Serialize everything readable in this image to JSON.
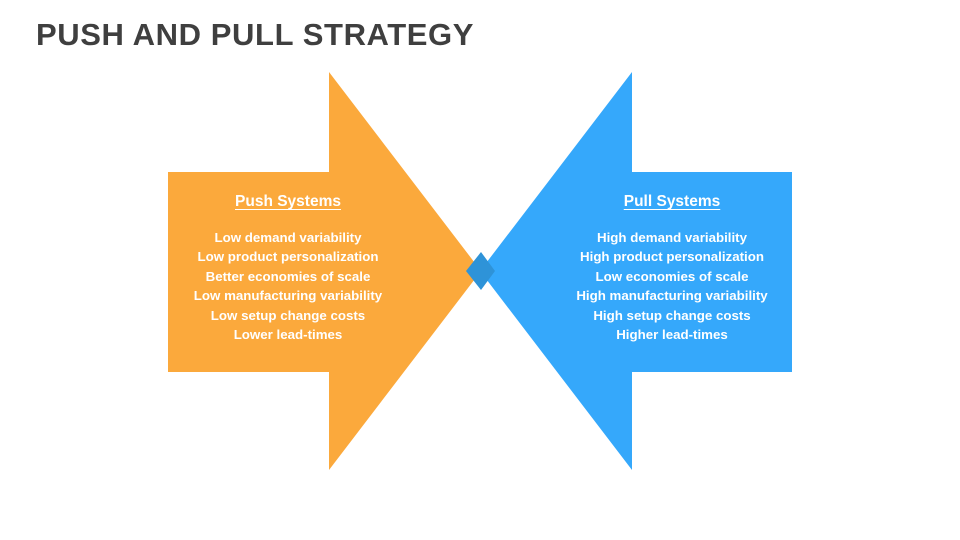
{
  "slide": {
    "title": "PUSH AND PULL STRATEGY",
    "background_color": "#FFFFFF",
    "title_color": "#3F3F3F"
  },
  "diagram": {
    "type": "two-opposing-arrows",
    "left": {
      "name": "push-arrow",
      "direction": "right",
      "color": "#FBA93C",
      "heading": "Push Systems",
      "items": [
        "Low demand variability",
        "Low product personalization",
        "Better economies of scale",
        "Low manufacturing variability",
        "Low setup change costs",
        "Lower lead-times"
      ]
    },
    "right": {
      "name": "pull-arrow",
      "direction": "left",
      "color": "#35A8FB",
      "heading": "Pull Systems",
      "items": [
        "High demand variability",
        "High product personalization",
        "Low economies of scale",
        "High manufacturing variability",
        "High setup change costs",
        "Higher lead-times"
      ]
    },
    "overlap": {
      "name": "arrow-tip-overlap",
      "color": "#2E93D8"
    }
  }
}
